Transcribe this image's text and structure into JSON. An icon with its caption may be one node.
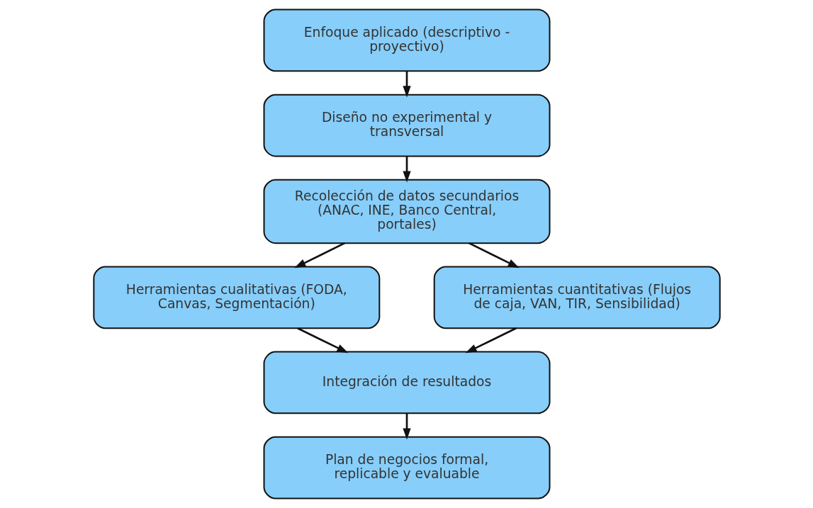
{
  "diagram": {
    "nodes": [
      {
        "text": [
          "Enfoque aplicado (descriptivo - proyectivo)"
        ]
      },
      {
        "text": [
          "Diseño no experimental y transversal"
        ]
      },
      {
        "text": [
          "Recolección de datos secundarios (ANAC, INE, Banco Central, portales)"
        ]
      },
      {
        "text": [
          "Herramientas cualitativas (FODA, Canvas, Segmentación)"
        ]
      },
      {
        "text": [
          "Herramientas cuantitativas (Flujos de caja, VAN, TIR, Sensibilidad)"
        ]
      },
      {
        "text": [
          "Integración de resultados"
        ]
      },
      {
        "text": [
          "Plan de negocios formal, replicable y evaluable"
        ]
      }
    ],
    "edges": [
      {
        "from": 0,
        "to": 1,
        "arrow": "to"
      },
      {
        "from": 1,
        "to": 2,
        "arrow": "to"
      },
      {
        "from": 2,
        "to": 3,
        "arrow": "to"
      },
      {
        "from": 2,
        "to": 4,
        "arrow": "to"
      },
      {
        "from": 3,
        "to": 5,
        "arrow": "to"
      },
      {
        "from": 4,
        "to": 5,
        "arrow": "to"
      },
      {
        "from": 5,
        "to": 6,
        "arrow": "to"
      }
    ]
  }
}
